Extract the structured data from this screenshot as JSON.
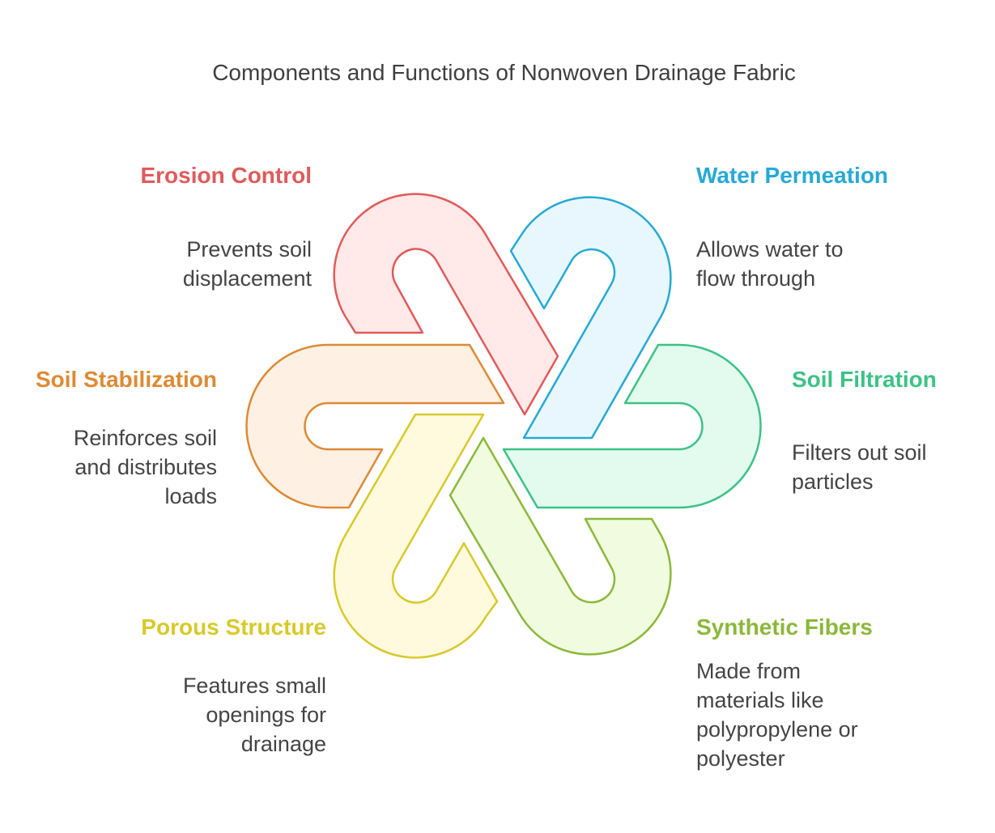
{
  "title": "Components and Functions of Nonwoven Drainage Fabric",
  "items": [
    {
      "key": "erosion",
      "label": "Erosion Control",
      "desc": [
        "Prevents soil",
        "displacement"
      ],
      "color": "#e05a5a",
      "fill": "#ffe9e9"
    },
    {
      "key": "water",
      "label": "Water Permeation",
      "desc": [
        "Allows water to",
        "flow through"
      ],
      "color": "#26a9d6",
      "fill": "#e8f7fd"
    },
    {
      "key": "filtration",
      "label": "Soil Filtration",
      "desc": [
        "Filters out soil",
        "particles"
      ],
      "color": "#3cc285",
      "fill": "#e3fbef"
    },
    {
      "key": "fibers",
      "label": "Synthetic Fibers",
      "desc": [
        "Made from",
        "materials like",
        "polypropylene or",
        "polyester"
      ],
      "color": "#8bb83a",
      "fill": "#f1fbdf"
    },
    {
      "key": "porous",
      "label": "Porous Structure",
      "desc": [
        "Features small",
        "openings for",
        "drainage"
      ],
      "color": "#d8c92a",
      "fill": "#fff9dd"
    },
    {
      "key": "stabilization",
      "label": "Soil Stabilization",
      "desc": [
        "Reinforces soil",
        "and distributes",
        "loads"
      ],
      "color": "#dd8a34",
      "fill": "#fff0e4"
    }
  ]
}
